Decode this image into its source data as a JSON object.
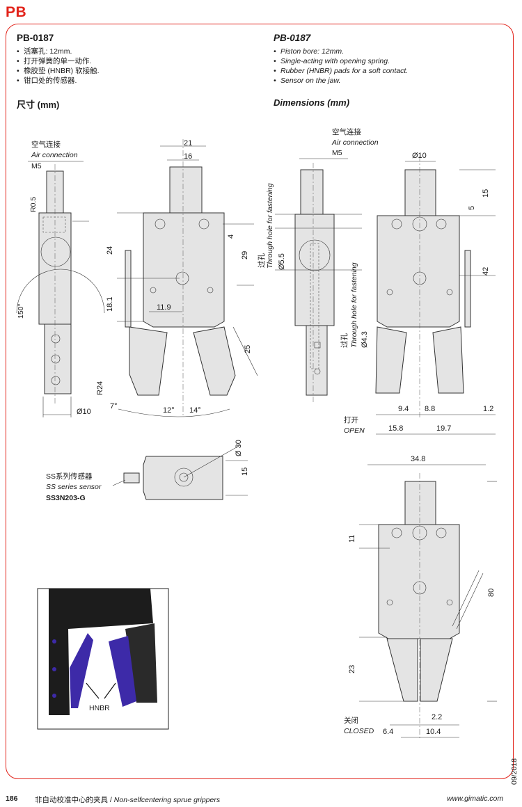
{
  "header": {
    "series": "PB"
  },
  "product": {
    "model_zh": "PB-0187",
    "model_en": "PB-0187",
    "features_zh": [
      "活塞孔: 12mm.",
      "打开弹簧的单一动作.",
      "橡胶垫 (HNBR) 软接触.",
      "钳口处的传感器."
    ],
    "features_en": [
      "Piston bore: 12mm.",
      "Single-acting with opening spring.",
      "Rubber (HNBR) pads for a soft contact.",
      "Sensor on the jaw."
    ],
    "dimensions_zh": "尺寸 (mm)",
    "dimensions_en": "Dimensions (mm)"
  },
  "drawing": {
    "air_connection_zh": "空气连接",
    "air_connection_en": "Air connection",
    "port": "M5",
    "radius_r05": "R0.5",
    "angle_150": "150°",
    "dia_10": "Ø10",
    "dim_21": "21",
    "dim_16": "16",
    "dim_24": "24",
    "dim_4": "4",
    "dim_29": "29",
    "dim_18_1": "18.1",
    "dim_11_9": "11.9",
    "dim_25": "25",
    "radius_r24": "R24",
    "angle_7": "7°",
    "angle_12": "12°",
    "angle_14": "14°",
    "through_zh": "过孔",
    "through_en": "Through hole for fastening",
    "dia_5_5": "Ø5.5",
    "dia_4_3": "Ø4.3",
    "dia_10_top": "Ø10",
    "dim_15": "15",
    "dim_5": "5",
    "dim_42": "42",
    "dim_9_4": "9.4",
    "dim_8_8": "8.8",
    "dim_1_2": "1.2",
    "dim_15_8": "15.8",
    "dim_19_7": "19.7",
    "open_zh": "打开",
    "open_en": "OPEN",
    "sensor_zh": "SS系列传感器",
    "sensor_en": "SS series sensor",
    "sensor_code": "SS3N203-G",
    "dia_30": "Ø 30",
    "dim_15b": "15",
    "dim_34_8": "34.8",
    "dim_11": "11",
    "dim_80": "80",
    "dim_23": "23",
    "dim_2_2": "2.2",
    "dim_6_4": "6.4",
    "dim_10_4": "10.4",
    "closed_zh": "关闭",
    "closed_en": "CLOSED",
    "hnbr": "HNBR"
  },
  "footer": {
    "page": "186",
    "title_zh": "非自动校准中心的夹具",
    "separator": " / ",
    "title_en": "Non-selfcentering sprue grippers",
    "url": "www.gimatic.com",
    "date": "09/2018"
  },
  "colors": {
    "brand_red": "#e2231a",
    "pad_blue": "#3d2aa8",
    "body_black": "#1c1c1c"
  }
}
